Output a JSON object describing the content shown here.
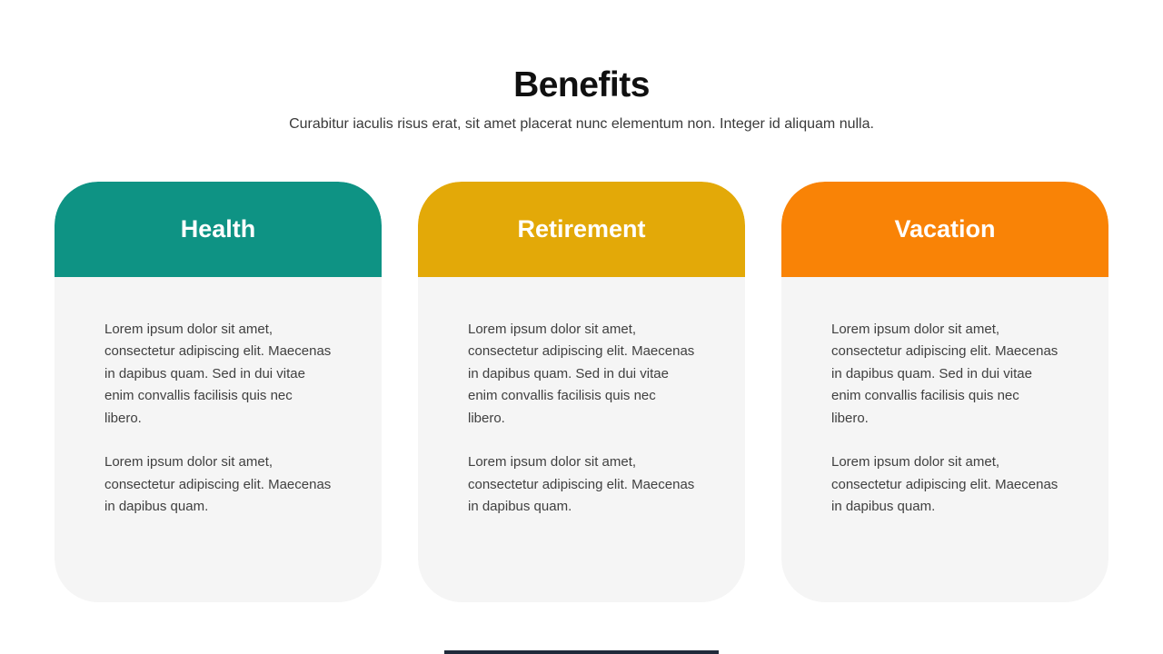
{
  "page": {
    "title": "Benefits",
    "subtitle": "Curabitur iaculis risus erat, sit amet placerat nunc elementum non. Integer id aliquam nulla."
  },
  "cards": [
    {
      "title": "Health",
      "header_color": "#0E9384",
      "paragraph_1": "Lorem ipsum dolor sit amet, consectetur adipiscing elit. Maecenas in dapibus quam. Sed in dui vitae enim convallis facilisis quis nec libero.",
      "paragraph_2": "Lorem ipsum dolor sit amet, consectetur adipiscing elit. Maecenas in dapibus quam."
    },
    {
      "title": "Retirement",
      "header_color": "#E3A908",
      "paragraph_1": "Lorem ipsum dolor sit amet, consectetur adipiscing elit. Maecenas in dapibus quam. Sed in dui vitae enim convallis facilisis quis nec libero.",
      "paragraph_2": "Lorem ipsum dolor sit amet, consectetur adipiscing elit. Maecenas in dapibus quam."
    },
    {
      "title": "Vacation",
      "header_color": "#F98306",
      "paragraph_1": "Lorem ipsum dolor sit amet, consectetur adipiscing elit. Maecenas in dapibus quam. Sed in dui vitae enim convallis facilisis quis nec libero.",
      "paragraph_2": "Lorem ipsum dolor sit amet, consectetur adipiscing elit. Maecenas in dapibus quam."
    }
  ],
  "footer": {
    "accent_bar_color": "#1F2A3A"
  },
  "colors": {
    "background": "#FFFFFF",
    "card_body_background": "#F5F5F5",
    "title_text": "#101010",
    "subtitle_text": "#3A3A3A",
    "body_text": "#404040",
    "card_title_text": "#FFFFFF"
  }
}
